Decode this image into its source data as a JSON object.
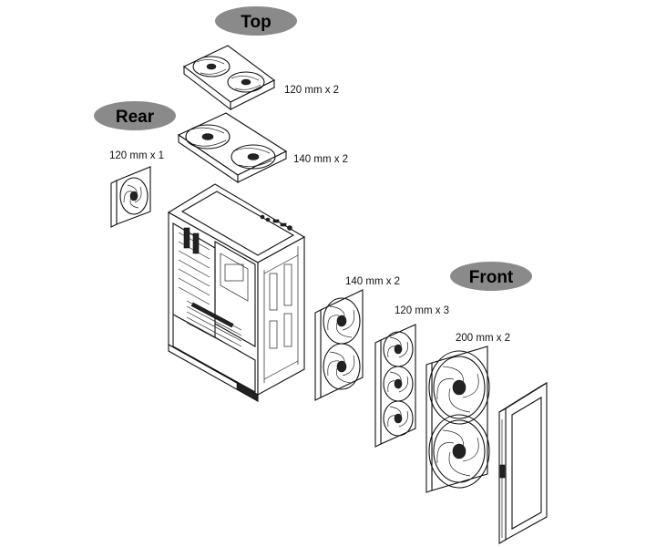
{
  "sections": {
    "top": "Top",
    "rear": "Rear",
    "front": "Front"
  },
  "labels": {
    "top_fans": "120 mm x 2",
    "top_fans_alt": "140 mm x 2",
    "rear_fan": "120 mm x 1",
    "front_fans_140": "140 mm x 2",
    "front_fans_120": "120 mm x 3",
    "front_fans_200": "200 mm x 2"
  },
  "colors": {
    "pill_fill": "#8a8a8a",
    "line": "#111111",
    "background": "#ffffff"
  }
}
